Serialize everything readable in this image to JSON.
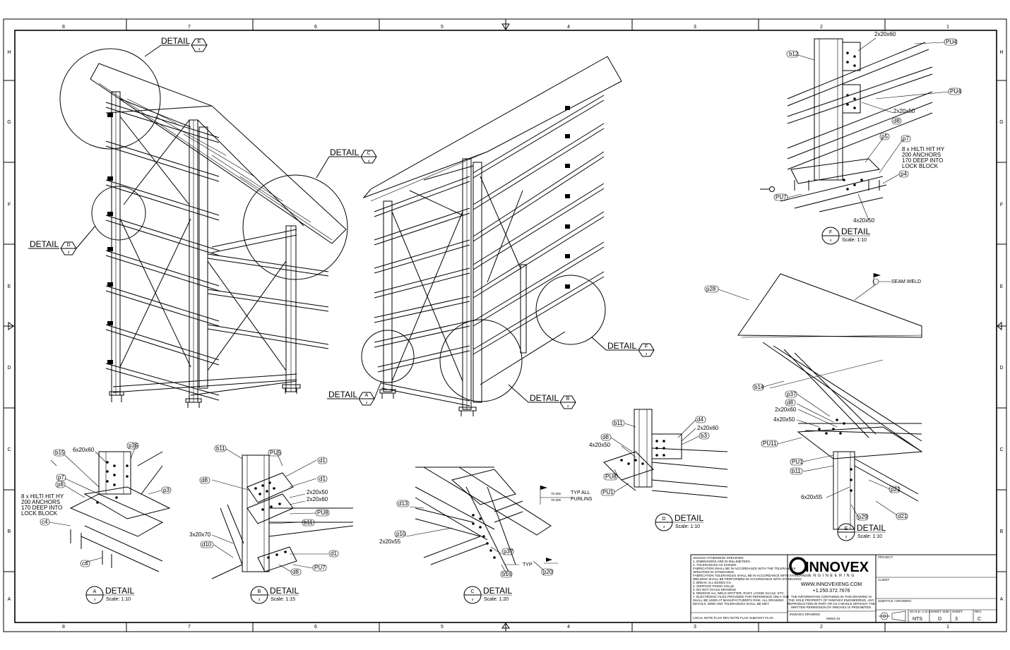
{
  "grid": {
    "columns": [
      "8",
      "7",
      "6",
      "5",
      "4",
      "3",
      "2",
      "1"
    ],
    "rows": [
      "H",
      "G",
      "F",
      "E",
      "D",
      "C",
      "B",
      "A"
    ]
  },
  "callouts": [
    {
      "word": "DETAIL",
      "letter": "E",
      "sheet": "3"
    },
    {
      "word": "DETAIL",
      "letter": "C",
      "sheet": "3"
    },
    {
      "word": "DETAIL",
      "letter": "D",
      "sheet": "3"
    },
    {
      "word": "DETAIL",
      "letter": "A",
      "sheet": "3"
    },
    {
      "word": "DETAIL",
      "letter": "B",
      "sheet": "3"
    },
    {
      "word": "DETAIL",
      "letter": "F",
      "sheet": "3"
    }
  ],
  "details": [
    {
      "letter": "A",
      "word": "DETAIL",
      "sheet": "3",
      "scale": "Scale: 1:10"
    },
    {
      "letter": "B",
      "word": "DETAIL",
      "sheet": "3",
      "scale": "Scale: 1:15"
    },
    {
      "letter": "C",
      "word": "DETAIL",
      "sheet": "3",
      "scale": "Scale: 1:20"
    },
    {
      "letter": "D",
      "word": "DETAIL",
      "sheet": "3",
      "scale": "Scale: 1:10"
    },
    {
      "letter": "E",
      "word": "DETAIL",
      "sheet": "3",
      "scale": "Scale: 1:10"
    },
    {
      "letter": "F",
      "word": "DETAIL",
      "sheet": "3",
      "scale": "Scale: 1:10"
    }
  ],
  "labels": {
    "f": [
      "2x20x60",
      "b12",
      "PU4",
      "PU4",
      "2x20x50",
      "d8",
      "p5",
      "p7",
      "p4",
      "PU7",
      "4x20x50"
    ],
    "f_note": [
      "8 x HILTI HIT HY",
      "200 ANCHORS",
      "170 DEEP INTO",
      "LOCK BLOCK"
    ],
    "e": [
      "p28",
      "b14",
      "p37",
      "d8",
      "2x20x60",
      "4x20x50",
      "PU11",
      "PU1",
      "b11",
      "6x20x55",
      "p29",
      "p21",
      "d21"
    ],
    "seam_weld": "SEAM WELD",
    "a": [
      "b15",
      "6x20x60",
      "p35",
      "p7",
      "p8",
      "c4",
      "c4",
      "p3"
    ],
    "a_note": [
      "8 x HILTI HIT HY",
      "200 ANCHORS",
      "170 DEEP INTO",
      "LOCK BLOCK"
    ],
    "b": [
      "b11",
      "PU5",
      "d1",
      "d1",
      "d8",
      "2x20x50",
      "2x20x60",
      "PU8",
      "b11",
      "3x20x70",
      "d10",
      "d1",
      "d8",
      "PU7"
    ],
    "c": [
      "d13",
      "p10",
      "2x20x55",
      "p37",
      "b16",
      "p20"
    ],
    "c_notes": [
      "75-305",
      "75-305",
      "TYP ALL",
      "PURLINS",
      "TYP"
    ],
    "d": [
      "b11",
      "d4",
      "2x20x60",
      "d8",
      "b3",
      "4x20x50",
      "PU8",
      "PU1"
    ]
  },
  "title_block": {
    "notes": [
      "UNLESS OTHERWISE SPECIFIED:",
      "1. DIMENSIONS ARE IN MILLIMETERS.",
      "2. TOLERANCES AS SHOWN.",
      "FABRICATION SHALL BE IN ACCORDANCE WITH THE TOLERANCES",
      "SPECIFIED IN STANDARDS.",
      "FABRICATION TOLERANCES SHALL BE IN ACCORDANCE WITH STANDARDS",
      "WELDING SHALL BE PERFORMED IN ACCORDANCE WITH STANDARDS",
      "3. BREAK ALL EDGES 0.5",
      "4. SURFACE FINISH 125 µin",
      "5. DO NOT SCALE DRAWING",
      "6. REMOVE ALL WELD SPATTER, RUST, LOOSE SCALE, ETC.",
      "7. ELECTRONIC FILES PROVIDED FOR REFERENCE ONLY AND",
      "SHALL BE USED AT MANUFACTURER'S RISK. ALL DRAWING",
      "DETAILS, DIMS AND TOLERANCES SHALL BE MET.",
      "LOCAL NOTE FLAG   REV NOTE FLAG   SUBASSY FLAG"
    ],
    "company": "INNOVEX",
    "company_sub": "ENGINEERING",
    "website": "WWW.INNOVEXENG.COM",
    "phone": "+1.250.372.7676",
    "confidential": [
      "THE INFORMATION CONTAINED IN THIS DRAWING IS",
      "THE SOLE PROPERTY OF INNOVEX ENGINEERING. ANY",
      "REPRODUCTION IN PART OR AS A WHOLE WITHOUT THE",
      "WRITTEN PERMISSION OF INNOVEX IS PROHIBITED."
    ],
    "drawn_label": "INNOVEX DRAWING",
    "drawing_number": "IW001-02",
    "project_label": "PROJECT:",
    "client_label": "CLIENT:",
    "subtitle_label": "SUBTITLE / DRAWING:",
    "scale_label": "SCALE: U.O.S.",
    "sheet_size_label": "SHEET SIZE",
    "sheet_label": "SHEET",
    "rev_label": "REV.",
    "scale_value": "NTS",
    "size_value": "D",
    "sheet_value": "3",
    "rev_value": "C"
  }
}
